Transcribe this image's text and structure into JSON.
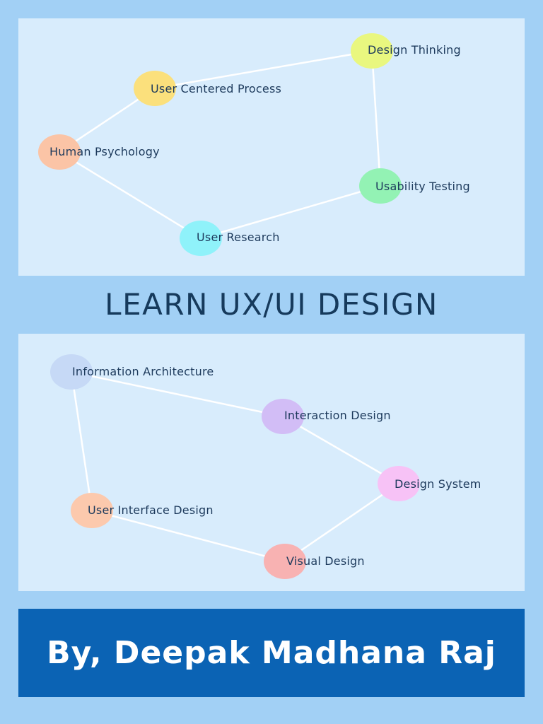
{
  "title": "LEARN UX/UI DESIGN",
  "author": "By, Deepak Madhana Raj",
  "colors": {
    "background": "#a2d0f5",
    "panel": "#d8ecfc",
    "banner": "#0b63b4",
    "edge": "#ffffff"
  },
  "top_diagram": {
    "nodes": [
      {
        "id": "design-thinking",
        "label": "Design Thinking",
        "color": "#e9f77f"
      },
      {
        "id": "user-centered-process",
        "label": "User Centered Process",
        "color": "#fbe07c"
      },
      {
        "id": "human-psychology",
        "label": "Human Psychology",
        "color": "#fbc4a6"
      },
      {
        "id": "usability-testing",
        "label": "Usability Testing",
        "color": "#93f2b4"
      },
      {
        "id": "user-research",
        "label": "User Research",
        "color": "#8ff2fa"
      }
    ],
    "edges": [
      [
        "user-centered-process",
        "design-thinking"
      ],
      [
        "design-thinking",
        "usability-testing"
      ],
      [
        "usability-testing",
        "user-research"
      ],
      [
        "user-research",
        "human-psychology"
      ],
      [
        "human-psychology",
        "user-centered-process"
      ]
    ]
  },
  "bottom_diagram": {
    "nodes": [
      {
        "id": "information-architecture",
        "label": "Information Architecture",
        "color": "#c6d9f6"
      },
      {
        "id": "interaction-design",
        "label": "Interaction Design",
        "color": "#d2bdf6"
      },
      {
        "id": "design-system",
        "label": "Design System",
        "color": "#f7c2f6"
      },
      {
        "id": "visual-design",
        "label": "Visual Design",
        "color": "#f8b2b2"
      },
      {
        "id": "user-interface-design",
        "label": "User Interface Design",
        "color": "#fcc9ad"
      }
    ],
    "edges": [
      [
        "information-architecture",
        "interaction-design"
      ],
      [
        "interaction-design",
        "design-system"
      ],
      [
        "design-system",
        "visual-design"
      ],
      [
        "visual-design",
        "user-interface-design"
      ],
      [
        "user-interface-design",
        "information-architecture"
      ]
    ]
  }
}
